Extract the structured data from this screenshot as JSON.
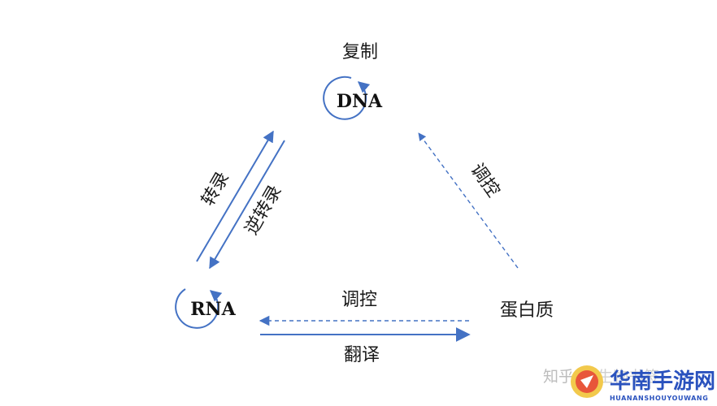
{
  "diagram": {
    "nodes": {
      "dna": "DNA",
      "rna": "RNA",
      "protein": "蛋白质"
    },
    "labels": {
      "replication": "复制",
      "transcription": "转录",
      "reverse_transcription": "逆转录",
      "regulation_protein_dna": "调控",
      "regulation_protein_rna": "调控",
      "translation": "翻译"
    }
  },
  "watermark": {
    "platform": "知乎",
    "author": "@生物书签",
    "brand": "华南手游网",
    "brand_sub": "HUANANSHOUYOUWANG"
  },
  "colors": {
    "arrow": "#4472c4",
    "text": "#1a1a1a",
    "brand": "#2a52be"
  }
}
